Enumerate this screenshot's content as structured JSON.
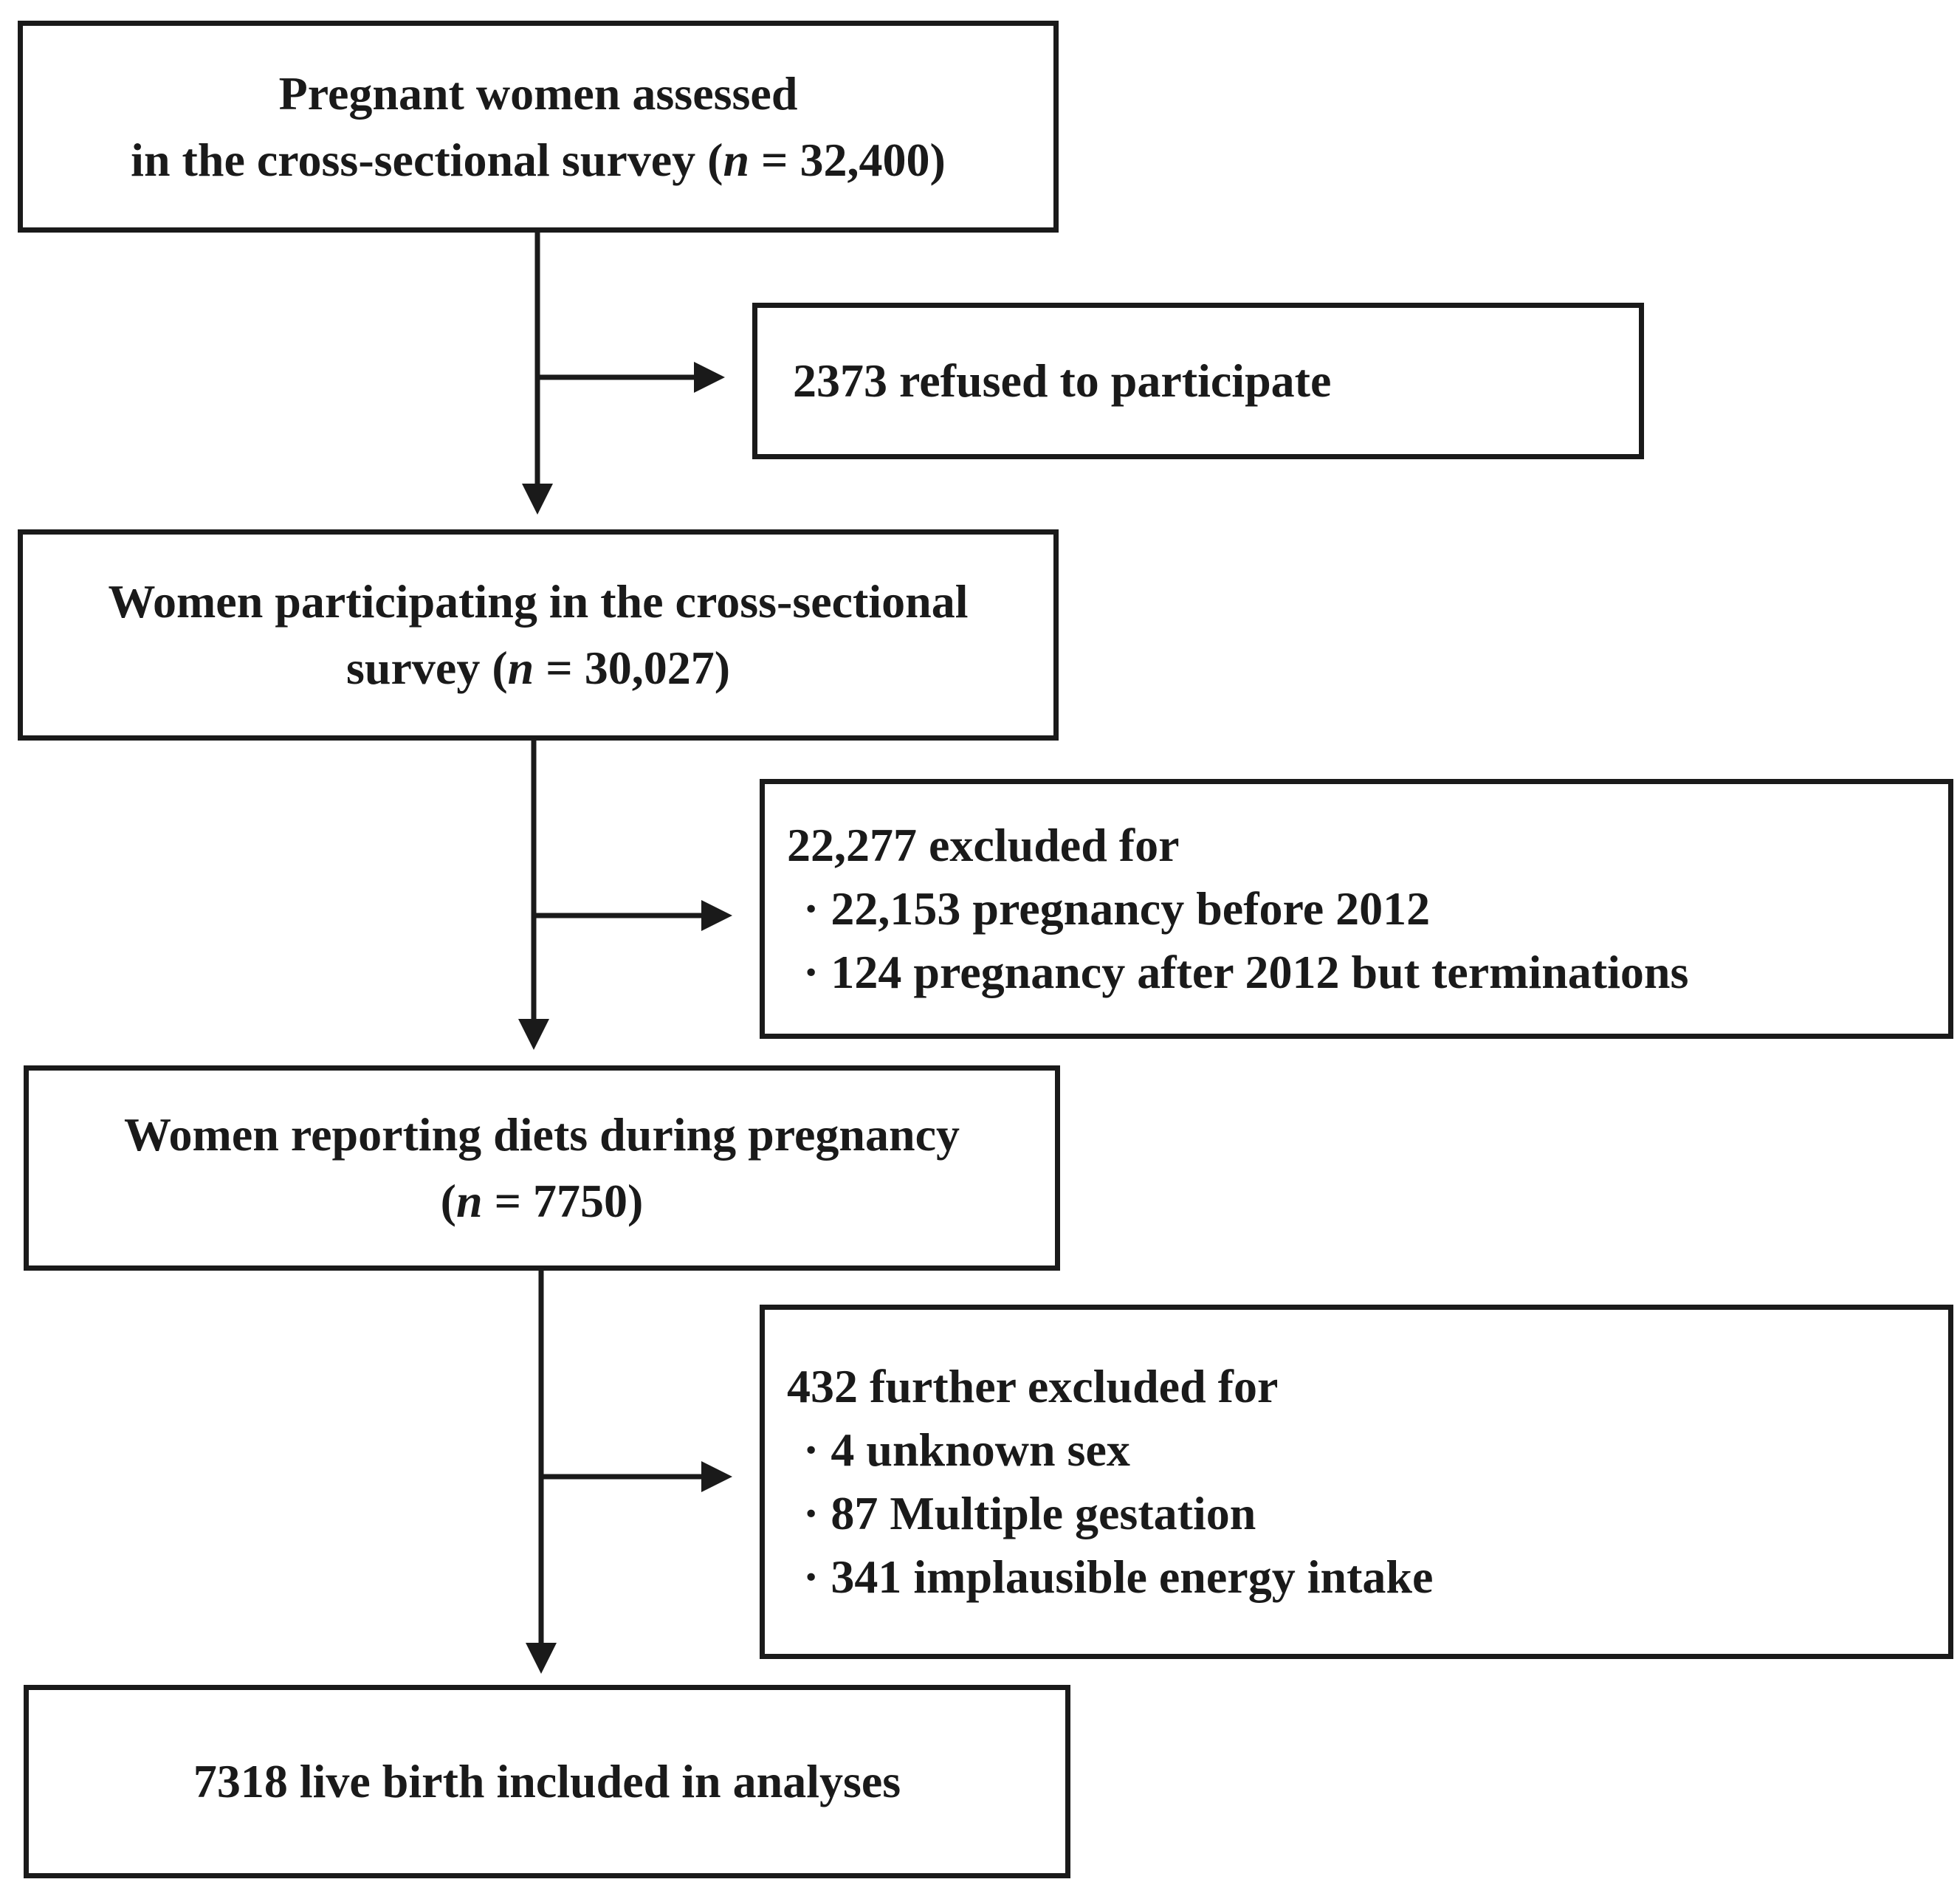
{
  "boxes": {
    "assessed": {
      "line1": "Pregnant women assessed",
      "line2_pre": "in the cross-sectional survey (",
      "n": "n",
      "line2_post": " = 32,400)"
    },
    "refused": {
      "text": "2373 refused to participate"
    },
    "participating": {
      "line1": "Women participating in the cross-sectional",
      "line2_pre": "survey (",
      "n": "n",
      "line2_post": " = 30,027)"
    },
    "excluded1": {
      "header": "22,277 excluded for",
      "items": [
        "· 22,153 pregnancy before 2012",
        "· 124 pregnancy after 2012 but terminations"
      ]
    },
    "diets": {
      "line1": "Women reporting diets during pregnancy",
      "line2_pre": "(",
      "n": "n",
      "line2_post": " = 7750)"
    },
    "excluded2": {
      "header": "432 further excluded for",
      "items": [
        "· 4 unknown sex",
        "· 87 Multiple gestation",
        "· 341 implausible energy intake"
      ]
    },
    "final": {
      "text": "7318 live birth included in analyses"
    }
  }
}
